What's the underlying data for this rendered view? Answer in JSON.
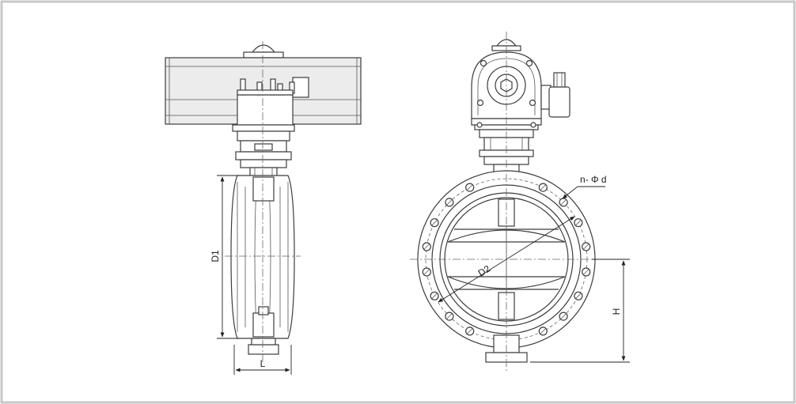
{
  "labels": {
    "d1": "D1",
    "l": "L",
    "d2": "D2",
    "h": "H",
    "bolt_holes": "n- Φ d"
  },
  "colors": {
    "line": "#3c3c3c",
    "actuator_fill": "#ececec",
    "border": "#c8c8c8"
  }
}
